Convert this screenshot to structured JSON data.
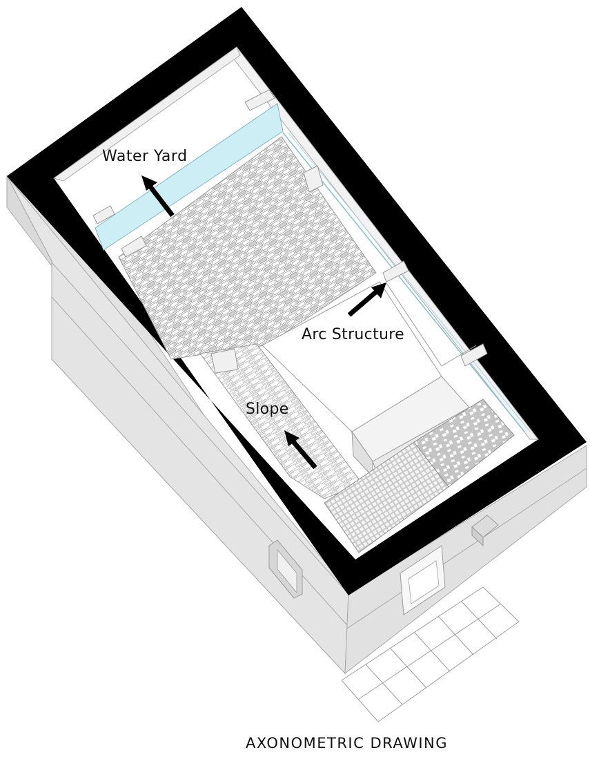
{
  "labels": {
    "water_yard": "Water Yard",
    "arc_structure": "Arc Structure",
    "slope": "Slope"
  },
  "caption": "AXONOMETRIC DRAWING",
  "colors": {
    "frame": "#000000",
    "wall": "#e1e1e1",
    "wall_dark": "#d4d4d4",
    "water": "#cdeef4",
    "tile_gray": "#c8c8c8",
    "line": "#9a9a9a"
  },
  "icons": [
    "arrow-up-left-icon",
    "arrow-up-right-icon"
  ]
}
